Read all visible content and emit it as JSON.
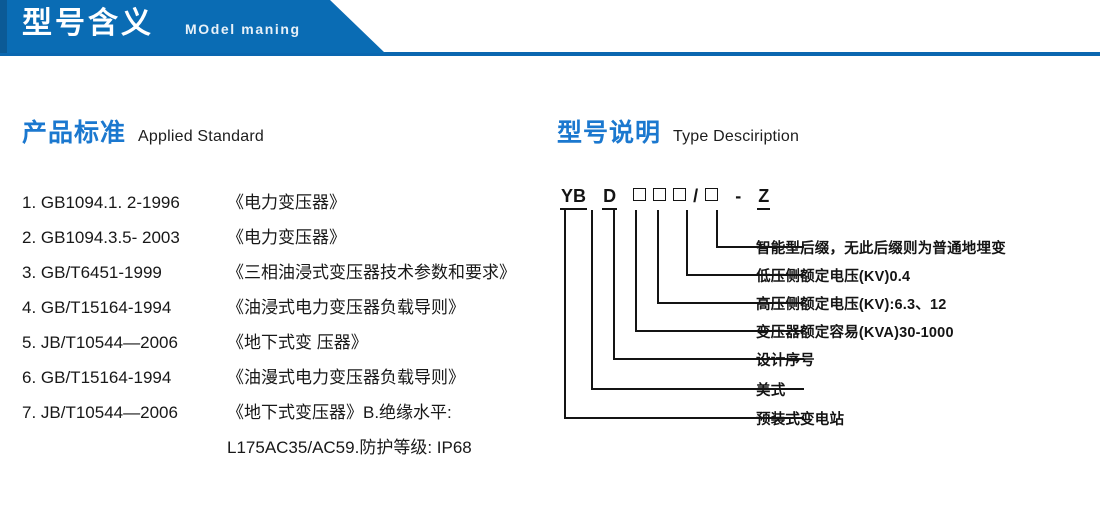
{
  "banner": {
    "title_cn": "型号含义",
    "title_en": "MOdel maning",
    "bar_color": "#0a6cb4",
    "edge_color": "#0b5a96",
    "rule_color": "#0a67b0"
  },
  "sections": {
    "left": {
      "title_cn": "产品标准",
      "title_en": "Applied Standard",
      "accent": "#1b78cf"
    },
    "right": {
      "title_cn": "型号说明",
      "title_en": "Type Desciription",
      "accent": "#1b78cf"
    }
  },
  "standards": {
    "items": [
      {
        "code": "1. GB1094.1. 2-1996",
        "name": "《电力变压器》"
      },
      {
        "code": "2. GB1094.3.5- 2003",
        "name": "《电力变压器》"
      },
      {
        "code": "3. GB/T6451-1999",
        "name": "《三相油浸式变压器技术参数和要求》"
      },
      {
        "code": "4. GB/T15164-1994",
        "name": "《油浸式电力变压器负载导则》"
      },
      {
        "code": "5. JB/T10544—2006",
        "name": "《地下式变 压器》"
      },
      {
        "code": "6. GB/T15164-1994",
        "name": "《油漫式电力变压器负载导则》"
      },
      {
        "code": "7. JB/T10544—2006",
        "name": "《地下式变压器》B.绝缘水平:"
      }
    ],
    "continuation": "L175AC35/AC59.防护等级: IP68"
  },
  "type_code": {
    "prefix1": "YB",
    "prefix2": "D",
    "box_glyph": "□",
    "slash": "/",
    "dash": "-",
    "suffix": "Z",
    "display": "YB D □□□/□ - Z",
    "legend": [
      "智能型后缀，无此后缀则为普通地埋变",
      "低压侧额定电压(KV)0.4",
      "高压侧额定电压(KV):6.3、12",
      "变压器额定容易(KVA)30-1000",
      "设计序号",
      "美式",
      "预装式变电站"
    ]
  }
}
